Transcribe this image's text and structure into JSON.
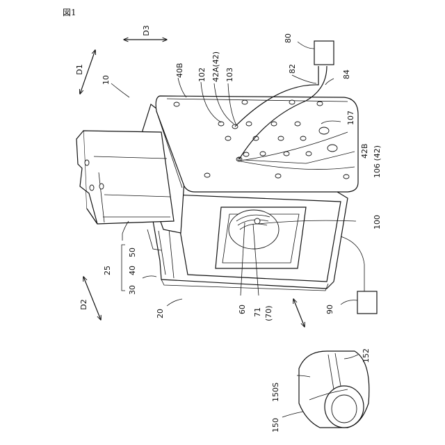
{
  "figure_title": "図1",
  "directions": {
    "d1": "D1",
    "d2": "D2",
    "d3": "D3"
  },
  "labels": {
    "l10": "10",
    "l20": "20",
    "l25": "25",
    "l30": "30",
    "l40": "40",
    "l50": "50",
    "l40b": "40B",
    "l60": "60",
    "l71": "71",
    "l70": "(70)",
    "l80": "80",
    "l82": "82",
    "l84": "84",
    "l90": "90",
    "l100": "100",
    "l102": "102",
    "l42a": "42A(42)",
    "l103": "103",
    "l107": "107",
    "l42b": "42B",
    "l106": "106 (42)",
    "l150": "150",
    "l150s": "150S",
    "l152": "152"
  }
}
